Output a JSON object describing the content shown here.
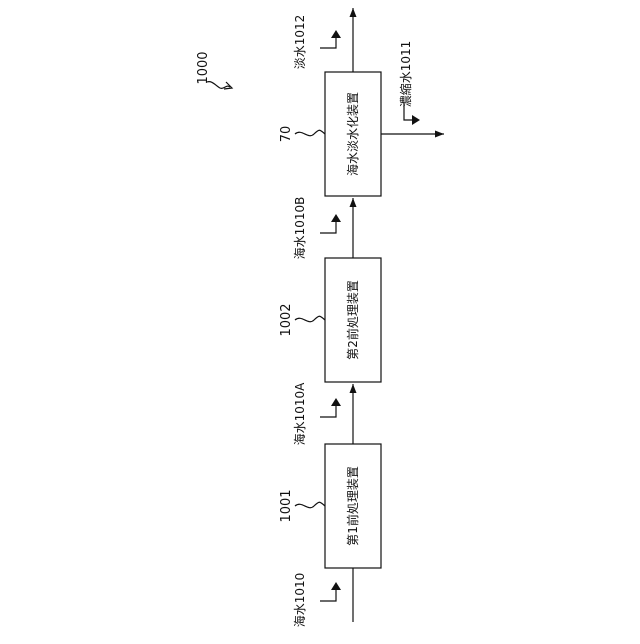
{
  "diagram": {
    "system_ref": "1000",
    "nodes": [
      {
        "id": "pre1",
        "label": "第1前処理装置",
        "ref": "1001"
      },
      {
        "id": "pre2",
        "label": "第2前処理装置",
        "ref": "1002"
      },
      {
        "id": "desal",
        "label": "海水淡水化装置",
        "ref": "70"
      }
    ],
    "flows": [
      {
        "id": "sw-in",
        "label": "海水1010"
      },
      {
        "id": "sw-a",
        "label": "海水1010A"
      },
      {
        "id": "sw-b",
        "label": "海水1010B"
      },
      {
        "id": "fresh",
        "label": "淡水1012"
      },
      {
        "id": "brine",
        "label": "濃縮水1011"
      }
    ],
    "edges": [
      {
        "from": "sw-in",
        "to": "pre1"
      },
      {
        "from": "pre1",
        "to": "pre2"
      },
      {
        "from": "pre2",
        "to": "desal"
      },
      {
        "from": "desal",
        "to": "fresh"
      },
      {
        "from": "desal",
        "to": "brine"
      }
    ]
  }
}
